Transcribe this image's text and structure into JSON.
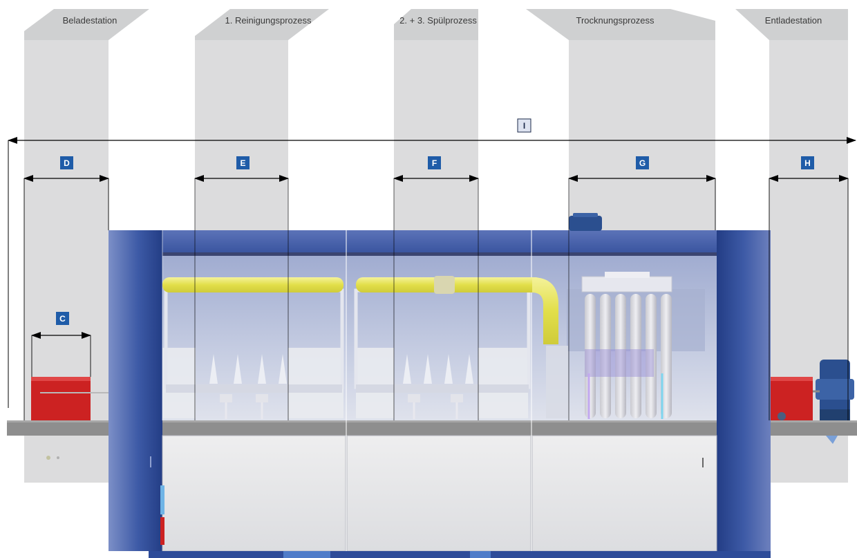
{
  "headers": {
    "loading": "Beladestation",
    "cleaning": "1. Reinigungsprozess",
    "rinsing": "2. + 3. Spülprozess",
    "drying": "Trocknungsprozess",
    "unloading": "Entladestation"
  },
  "labels": {
    "total": "I",
    "loading": "D",
    "cleaning": "E",
    "rinsing": "F",
    "drying": "G",
    "unloading": "H",
    "conveyor": "C"
  },
  "colors": {
    "column": "#dcdcdd",
    "header_band": "#cfd0d1",
    "machine_blue": "#2e4c99",
    "badge_blue": "#1f5ca8",
    "pipe_yellow": "#e6e35a",
    "red_unit": "#cc2222",
    "rail_gray": "#8e8e8e"
  }
}
